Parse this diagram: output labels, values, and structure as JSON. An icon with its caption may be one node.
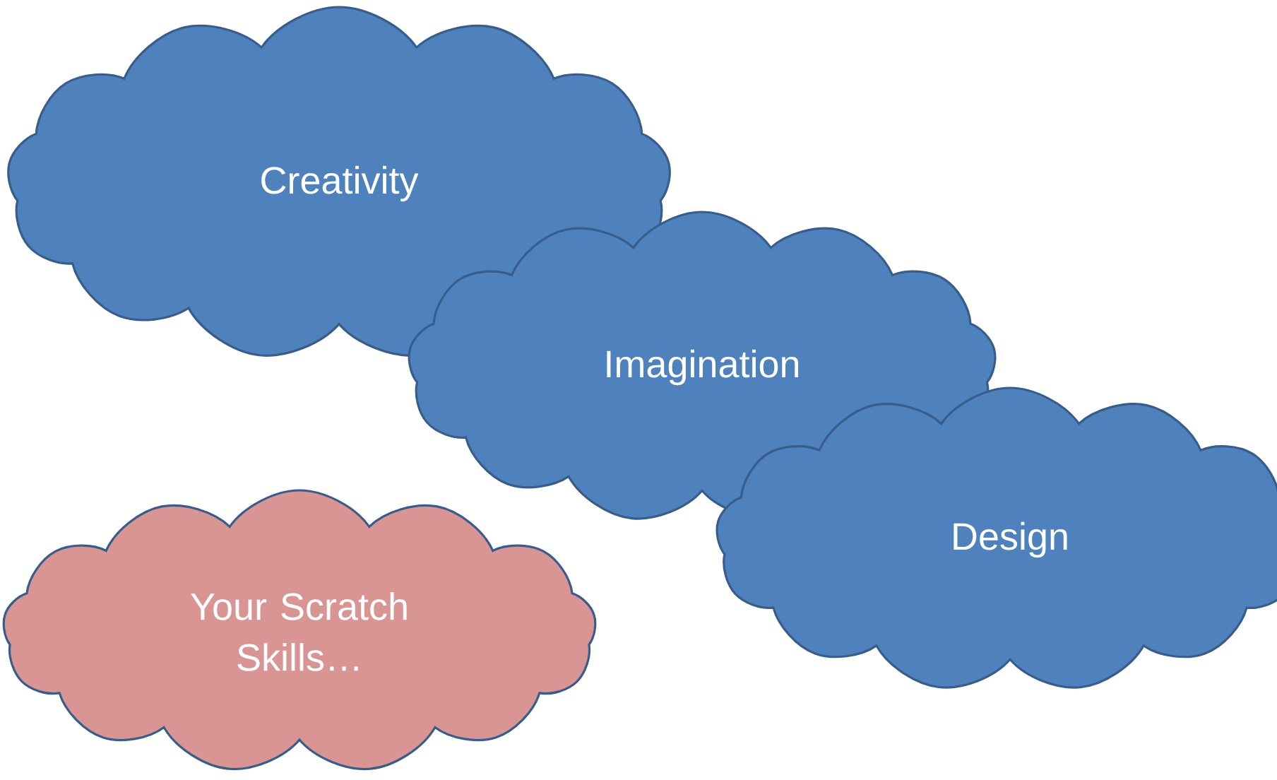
{
  "diagram": {
    "nodes": [
      {
        "text": [
          "Creativity"
        ]
      },
      {
        "text": [
          "Imagination"
        ]
      },
      {
        "text": [
          "Design"
        ]
      },
      {
        "text": [
          "Your Scratch Skills…"
        ]
      }
    ]
  }
}
